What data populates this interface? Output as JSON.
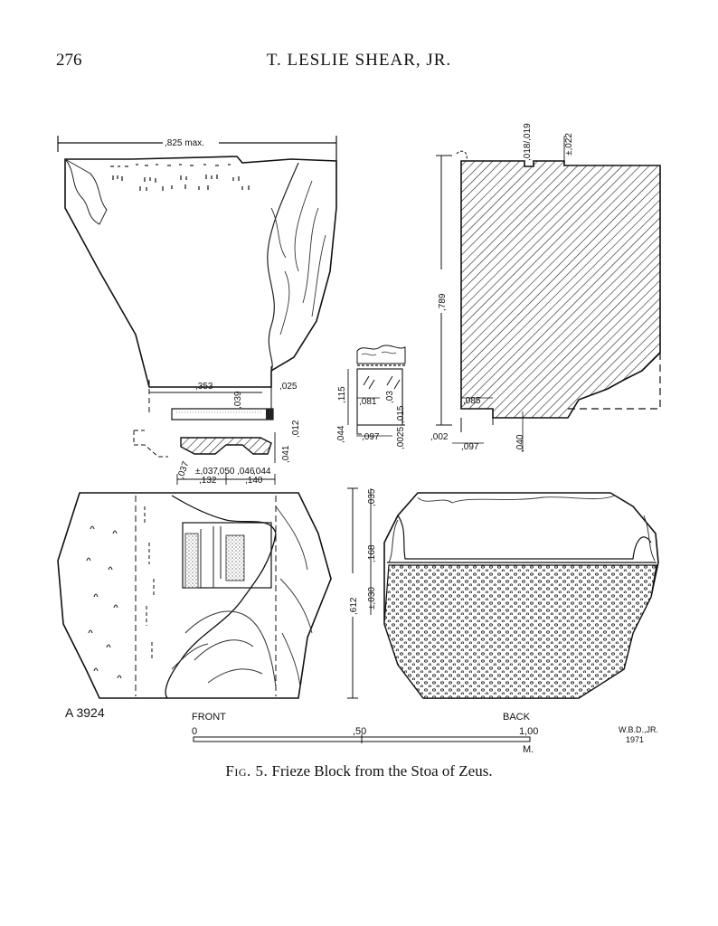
{
  "header": {
    "page_number": "276",
    "running_head": "T. LESLIE SHEAR, JR."
  },
  "figure": {
    "catalog_number": "A 3924",
    "scale": {
      "left_label": "FRONT",
      "right_label": "BACK",
      "tick_0": "0",
      "tick_mid": ",50",
      "tick_end": "1,00",
      "unit": "M."
    },
    "credit": {
      "line1": "W.B.D.,JR.",
      "line2": "1971"
    },
    "dimensions": {
      "width_max": ",825 max.",
      "d018_019": ",018/,019",
      "d022": "±,022",
      "d789": ",789",
      "d353": ",353",
      "d025": ",025",
      "d039": ",039",
      "d012": ",012",
      "d041": ",041",
      "d037a": ",037",
      "d037b": "±,037",
      "d050": ",050",
      "d046": ",046",
      "d044a": ",044",
      "d132": ",132",
      "d140": ",140",
      "d115": ",115",
      "d081": ",081",
      "d03": ",03",
      "d044b": ",044",
      "d097a": ",097",
      "d0025": ",0025",
      "d015": ",015",
      "d085": ",085",
      "d002": ",002",
      "d097b": ",097",
      "d040": ",040",
      "d035": ",035",
      "d168": ",168",
      "d030": "±,030",
      "d612": ",612"
    }
  },
  "caption": {
    "label": "Fig. 5.",
    "text": "Frieze Block from the Stoa of Zeus."
  }
}
